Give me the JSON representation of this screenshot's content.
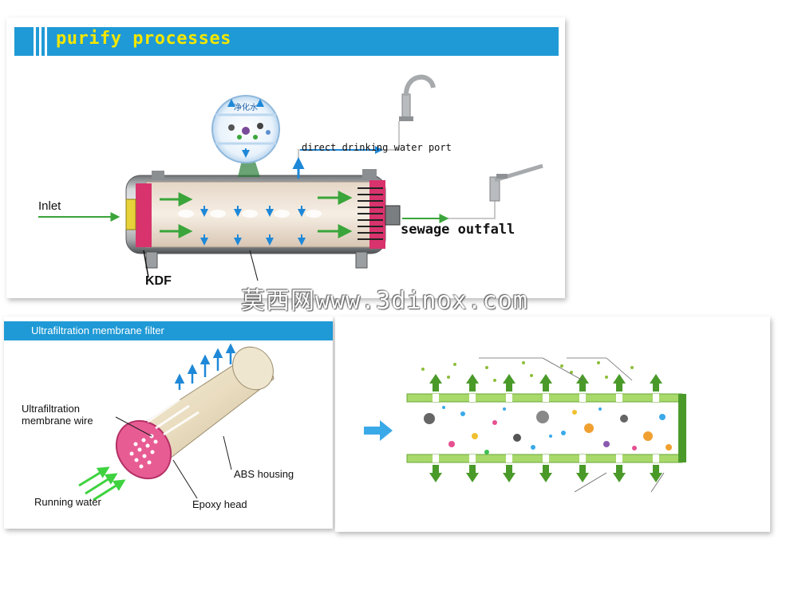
{
  "header": {
    "title": "purify processes"
  },
  "top": {
    "inlet_label": "Inlet",
    "drinking_port_label": "direct drinking water port",
    "sewage_label": "sewage outfall",
    "kdf_label": "KDF",
    "bubble_text": "净化水"
  },
  "uf_panel": {
    "title": "Ultrafiltration membrane filter",
    "membrane_wire_label": "Ultrafiltration\nmembrane wire",
    "abs_label": "ABS housing",
    "running_water_label": "Running water",
    "epoxy_label": "Epoxy head"
  },
  "watermark": "莫西网www.3dinox.com",
  "colors": {
    "header_blue": "#1f9ad6",
    "title_yellow": "#f3e600",
    "flow_green": "#2e8b2e",
    "arrow_blue": "#1e88d8",
    "membrane_green": "#8bd04a"
  }
}
